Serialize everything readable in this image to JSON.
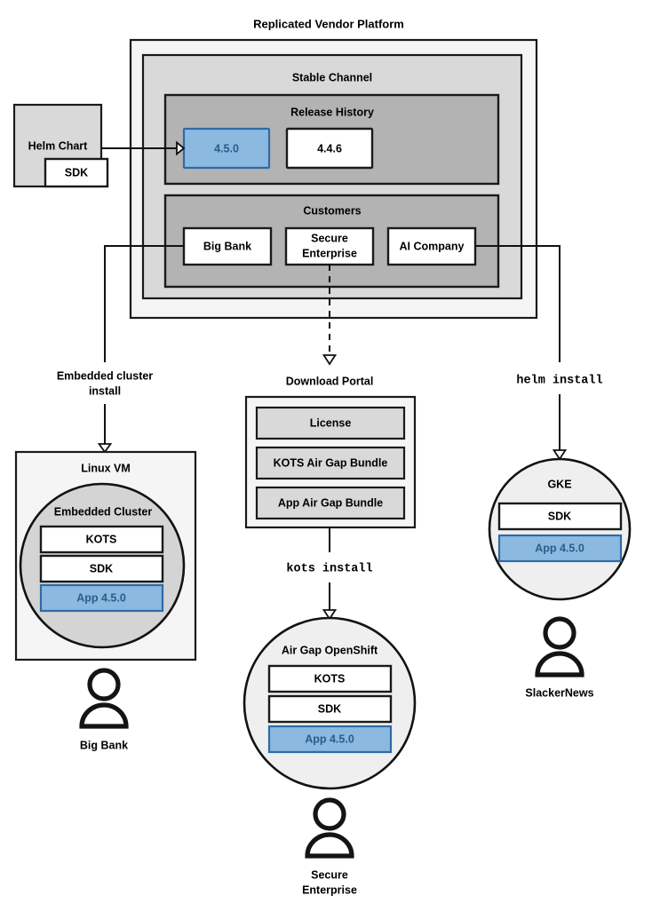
{
  "diagram": {
    "title": "Replicated Vendor Platform",
    "platform": {
      "stable_channel_label": "Stable Channel",
      "release_history": {
        "label": "Release History",
        "releases": [
          {
            "version": "4.5.0",
            "highlighted": true
          },
          {
            "version": "4.4.6",
            "highlighted": false
          }
        ]
      },
      "customers": {
        "label": "Customers",
        "items": [
          {
            "name": "Big Bank"
          },
          {
            "name": "Secure\nEnterprise",
            "line1": "Secure",
            "line2": "Enterprise"
          },
          {
            "name": "AI Company"
          }
        ]
      }
    },
    "helm_chart": {
      "label": "Helm Chart",
      "sdk_label": "SDK"
    },
    "connectors": [
      {
        "id": "embedded-cluster-install",
        "line1": "Embedded cluster",
        "line2": "install",
        "style": "solid"
      },
      {
        "id": "kots-install",
        "label": "kots install",
        "style": "mono"
      },
      {
        "id": "helm-install",
        "label": "helm install",
        "style": "mono"
      }
    ],
    "download_portal": {
      "label": "Download Portal",
      "artifacts": [
        {
          "label": "License"
        },
        {
          "label": "KOTS Air Gap Bundle"
        },
        {
          "label": "App Air Gap Bundle"
        }
      ]
    },
    "environments": [
      {
        "id": "linux-vm",
        "label": "Linux VM",
        "inner_label": "Embedded Cluster",
        "components": [
          {
            "label": "KOTS",
            "highlighted": false
          },
          {
            "label": "SDK",
            "highlighted": false
          },
          {
            "label": "App 4.5.0",
            "highlighted": true
          }
        ],
        "customer": "Big Bank"
      },
      {
        "id": "air-gap-openshift",
        "label": "Air Gap OpenShift",
        "components": [
          {
            "label": "KOTS",
            "highlighted": false
          },
          {
            "label": "SDK",
            "highlighted": false
          },
          {
            "label": "App 4.5.0",
            "highlighted": true
          }
        ],
        "customer_line1": "Secure",
        "customer_line2": "Enterprise"
      },
      {
        "id": "gke",
        "label": "GKE",
        "components": [
          {
            "label": "SDK",
            "highlighted": false
          },
          {
            "label": "App 4.5.0",
            "highlighted": true
          }
        ],
        "customer": "SlackerNews"
      }
    ],
    "colors": {
      "highlight_fill": "#8cb9e0",
      "highlight_stroke": "#2f6ba6",
      "highlight_text": "#2a5d8a",
      "outer_panel": "#f5f5f5",
      "channel_panel": "#d9d9d9",
      "section_panel": "#b3b3b3",
      "circle_fill": "#efefef",
      "inner_circle_fill": "#d4d4d4",
      "stroke": "#121212"
    }
  }
}
